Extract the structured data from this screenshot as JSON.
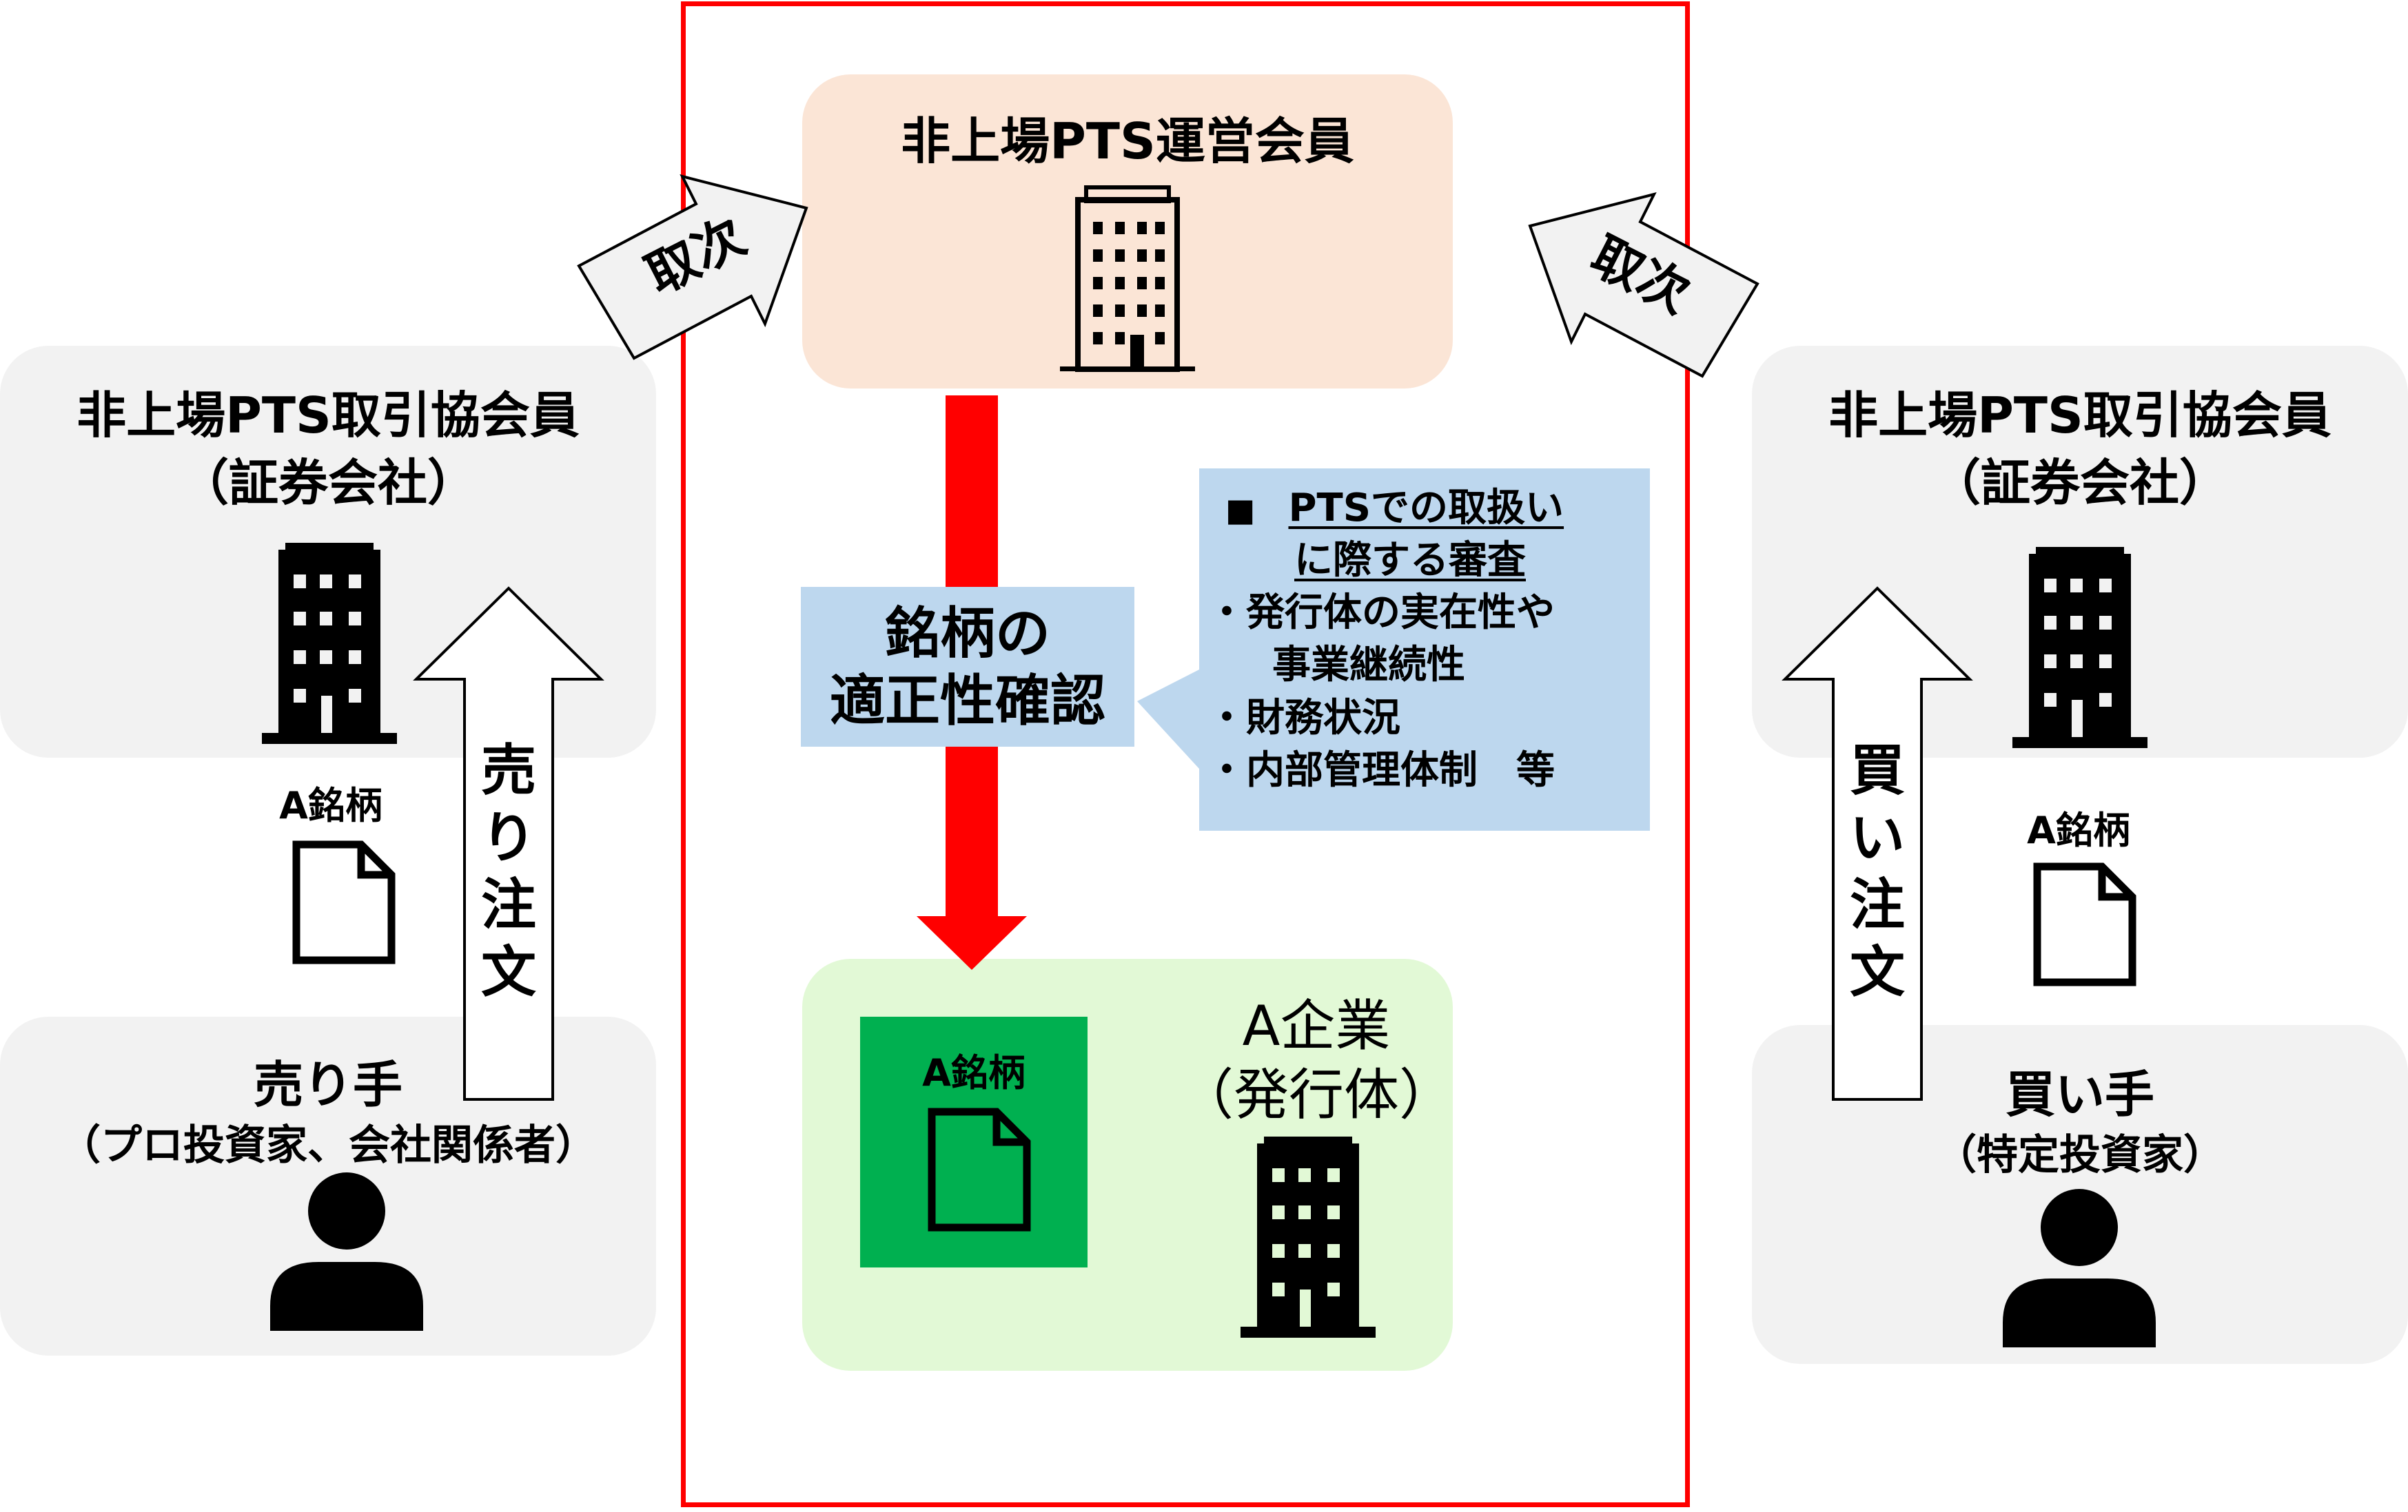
{
  "colors": {
    "frame_red": "#ff0000",
    "panel_grey": "#f2f2f2",
    "panel_peach": "#fbe5d6",
    "panel_mint": "#e2f9d6",
    "callout_blue": "#bdd7ee",
    "doc_green": "#00b050"
  },
  "operator": {
    "title": "非上場PTS運営会員",
    "icon": "office-building-icon"
  },
  "relay_left": {
    "label": "取次"
  },
  "relay_right": {
    "label": "取次"
  },
  "seller_member": {
    "title": "非上場PTS取引協会員",
    "subtitle": "（証券会社）",
    "icon": "office-building-icon"
  },
  "buyer_member": {
    "title": "非上場PTS取引協会員",
    "subtitle": "（証券会社）",
    "icon": "office-building-icon"
  },
  "seller": {
    "title": "売り手",
    "subtitle": "（プロ投資家、会社関係者）",
    "icon": "person-icon",
    "stock_label": "A銘柄",
    "order_label": "売り注文"
  },
  "buyer": {
    "title": "買い手",
    "subtitle": "（特定投資家）",
    "icon": "person-icon",
    "stock_label": "A銘柄",
    "order_label": "買い注文"
  },
  "review": {
    "label_line1": "銘柄の",
    "label_line2": "適正性確認"
  },
  "callout": {
    "bullet": "■",
    "heading_line1": "PTSでの取扱い",
    "heading_line2": "に際する審査",
    "item1_line1": "・発行体の実在性や",
    "item1_line2": "事業継続性",
    "item2": "・財務状況",
    "item3": "・内部管理体制　等"
  },
  "issuer": {
    "stock_label": "A銘柄",
    "title": "A企業",
    "subtitle": "（発行体）",
    "icon": "office-building-icon"
  }
}
